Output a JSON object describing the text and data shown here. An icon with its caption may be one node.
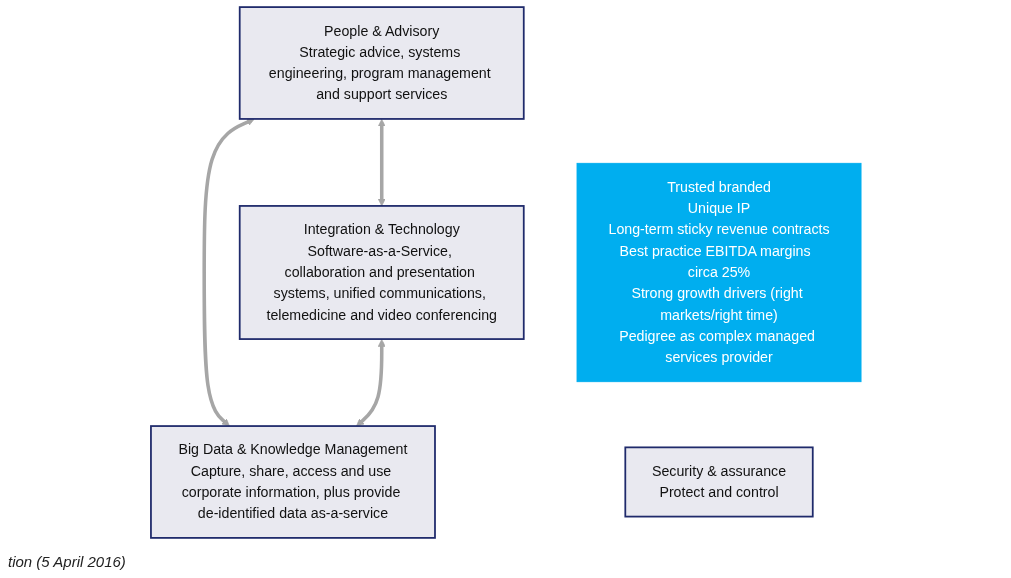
{
  "diagram": {
    "caption": "tion (5 April 2016)",
    "nodes": [
      {
        "text": [
          "People & Advisory",
          "Strategic advice, systems engineering, program management and support services"
        ]
      },
      {
        "text": [
          "Integration & Technology",
          "Software-as-a-Service, collaboration and presentation systems, unified communications, telemedicine and video conferencing"
        ]
      },
      {
        "text": [
          "Trusted branded",
          "Unique IP",
          "Long-term sticky revenue contracts",
          "Best practice EBITDA margins  circa 25%",
          "Strong growth drivers (right markets/right time)",
          "Pedigree as complex managed services provider"
        ]
      },
      {
        "text": [
          "Big Data & Knowledge Management",
          "Capture, share, access and use corporate information, plus provide de-identified data as-a-service"
        ]
      },
      {
        "text": [
          "Security & assurance",
          "Protect and control"
        ]
      }
    ],
    "edges": [
      {
        "from": 1,
        "to": 0,
        "arrow": "both"
      },
      {
        "from": 0,
        "to": 3,
        "arrow": "both"
      },
      {
        "from": 1,
        "to": 3,
        "arrow": "both"
      }
    ]
  }
}
